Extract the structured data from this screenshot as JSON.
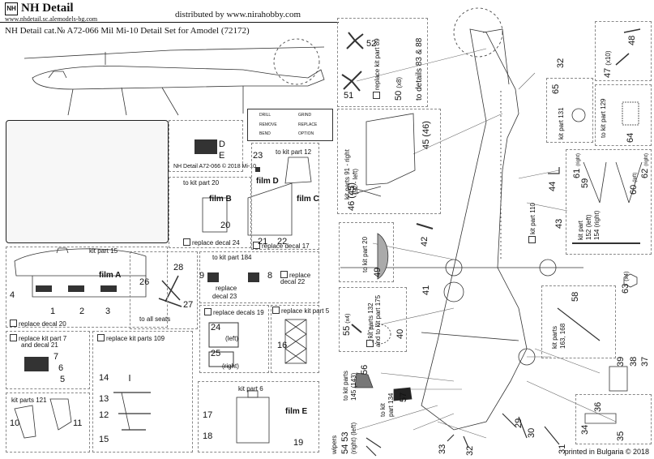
{
  "header": {
    "brand_logo": "NH",
    "brand": "NH Detail",
    "site": "www.nhdetail.sc.alemodels-bg.com",
    "distributed": "distributed by www.nirahobby.com",
    "product": "NH Detail cat.№ A72-066 Mil Mi-10 Detail Set for Amodel (72172)"
  },
  "pe_sheet": {
    "label": "NH Detail A72-066 © 2018 Mi-10"
  },
  "legend": {
    "items": [
      "DRILL",
      "REMOVE",
      "BEND",
      "GRIND",
      "REPLACE",
      "OPTION"
    ]
  },
  "labels": {
    "replace_kit_89": "replace kit part 89",
    "to_details_83_88": "to details 83 & 88",
    "x8": "(x8)",
    "to_kit_12": "to kit part 12",
    "film_d": "film D",
    "film_c": "film C",
    "to_kit_20": "to kit part 20",
    "film_b": "film B",
    "replace_decal_24": "replace decal 24",
    "replace_decal_17": "replace decal 17",
    "kit_part_15": "kit part 15",
    "film_a": "film A",
    "replace_decal_20": "replace decal 20",
    "to_all_seats": "to all seats",
    "to_kit_184": "to kit part 184",
    "replace": "replace",
    "decal_23": "decal 23",
    "decal_22": "decal 22",
    "replace_decals_19": "replace decals 19",
    "left": "(left)",
    "right": "(right)",
    "replace_kit_5": "replace kit part 5",
    "replace_kit_7": "replace kit part 7",
    "and_decal_21": "and decal 21",
    "replace_kit_109": "replace kit parts 109",
    "kit_parts_121": "kit parts 121",
    "kit_part_6": "kit part 6",
    "film_e": "film E",
    "kit_parts_91": "kit parts 91 - right",
    "left_92": "(92 - left)",
    "kit_part_131": "kit part 131",
    "to_kit_129": "to kit part 129",
    "x10": "(x10)",
    "right_small": "(right)",
    "left_small": "(left)",
    "kit_part_152": "kit part",
    "left_152": "152 (left)",
    "right_154": "154 (right)",
    "kit_part_110": "kit part 110",
    "to_kit_20b": "to kit part 20",
    "x4": "(x4)",
    "kit_parts_132": "kit parts 132",
    "and_to_175": "and to kit part 175",
    "kit_parts_163": "kit parts",
    "num_163_168": "163, 168",
    "to_kit_parts": "to kit parts",
    "num_145": "145 (143)",
    "to_kit": "to kit",
    "part_134": "part 134",
    "wipers": "wipers",
    "right_left": "(right) (left)",
    "printed": "printed in Bulgaria © 2018"
  },
  "numbers": [
    "52",
    "51",
    "50",
    "83",
    "88",
    "23",
    "D",
    "E",
    "9",
    "8",
    "20",
    "21",
    "22",
    "28",
    "26",
    "27",
    "4",
    "1",
    "2",
    "3",
    "24",
    "25",
    "16",
    "7",
    "6",
    "5",
    "14",
    "13",
    "12",
    "15",
    "10",
    "11",
    "17",
    "18",
    "19",
    "45",
    "46",
    "(46)",
    "(45)",
    "47",
    "48",
    "65",
    "32",
    "64",
    "44",
    "43",
    "61",
    "59",
    "60",
    "62",
    "42",
    "49",
    "41",
    "63",
    "58",
    "55",
    "40",
    "56",
    "57",
    "39",
    "38",
    "37",
    "36",
    "34",
    "35",
    "29",
    "30",
    "31",
    "33",
    "32",
    "53",
    "54",
    "3",
    "?"
  ]
}
